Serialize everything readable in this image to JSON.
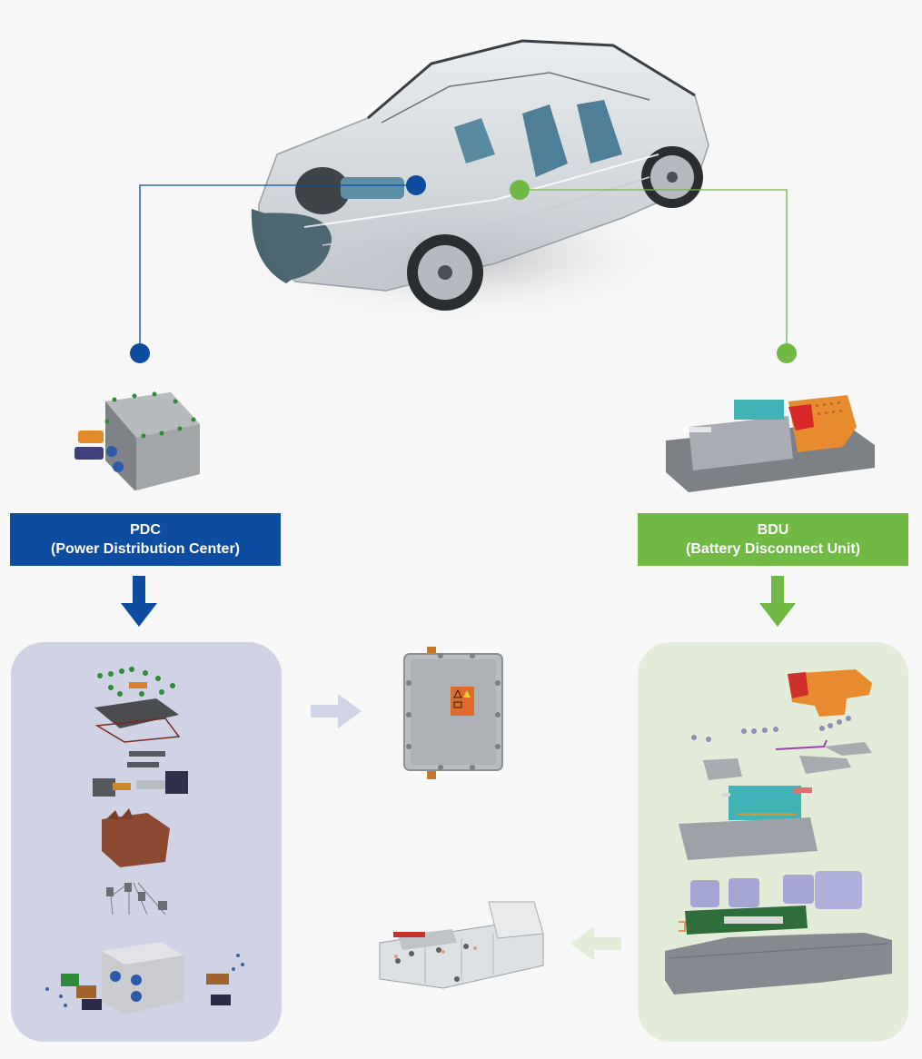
{
  "colors": {
    "background": "#f7f7f7",
    "pdc_blue": "#0d4c9e",
    "bdu_green": "#6fb944",
    "pdc_panel": "#d0d3e6",
    "bdu_panel": "#e3ecd9",
    "arrow_blue_light": "#d2d5e8",
    "arrow_green_light": "#e3ecd9"
  },
  "vehicle": {
    "image": "transparent-ev-car-cutaway"
  },
  "pdc": {
    "title": "PDC",
    "subtitle": "(Power Distribution Center)",
    "product_image": "pdc-enclosure-cad",
    "exploded_image": "pdc-exploded-view",
    "finished_image": "pdc-finished-casting",
    "warning_label": "warning-sticker"
  },
  "bdu": {
    "title": "BDU",
    "subtitle": "(Battery Disconnect Unit)",
    "product_image": "bdu-assembly-cad",
    "exploded_image": "bdu-exploded-view",
    "finished_image": "bdu-transparent-prototype"
  },
  "icons": {
    "down_arrow": "arrow-down-icon",
    "right_arrow": "arrow-right-icon",
    "left_arrow": "arrow-left-icon",
    "callout_dot": "callout-dot-icon"
  }
}
